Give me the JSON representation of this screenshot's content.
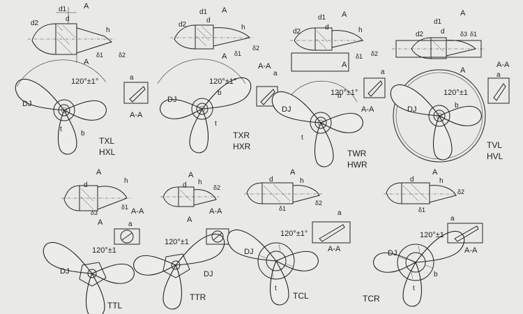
{
  "colors": {
    "paper": "#e9e9e6",
    "ink": "#222222"
  },
  "labels": {
    "dim_d1": "d1",
    "dim_d": "d",
    "dim_d2": "d2",
    "dim_h": "h",
    "dim_delta1": "δ1",
    "dim_delta2": "δ2",
    "dim_delta3": "δ3",
    "section_mark": "A",
    "section_view": "A-A",
    "dim_a": "a",
    "dim_b": "b",
    "dim_t": "t",
    "dim_DJ": "DJ",
    "angle": "120°±1°",
    "angle_short": "120°±1"
  },
  "models": [
    {
      "id": "txl",
      "codes": [
        "TXL",
        "HXL"
      ]
    },
    {
      "id": "txr",
      "codes": [
        "TXR",
        "HXR"
      ]
    },
    {
      "id": "twr",
      "codes": [
        "TWR",
        "HWR"
      ]
    },
    {
      "id": "tvl",
      "codes": [
        "TVL",
        "HVL"
      ]
    },
    {
      "id": "ttl",
      "codes": [
        "TTL"
      ]
    },
    {
      "id": "ttr",
      "codes": [
        "TTR"
      ]
    },
    {
      "id": "tcl",
      "codes": [
        "TCL"
      ]
    },
    {
      "id": "tcr",
      "codes": [
        "TCR"
      ]
    }
  ]
}
